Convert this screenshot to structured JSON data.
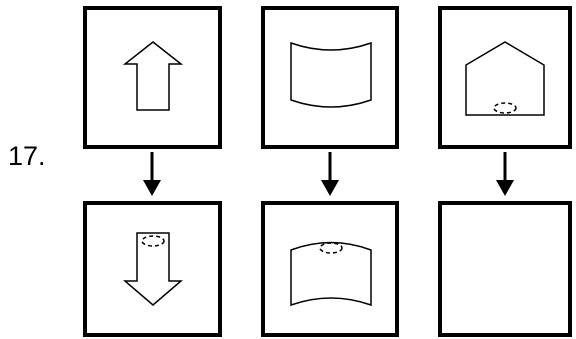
{
  "question": {
    "number_label": "17."
  },
  "colors": {
    "stroke": "#000000",
    "background": "#ffffff"
  },
  "panels": {
    "top_row": [
      {
        "name": "top-panel-1",
        "figure": "upward-arrow-outline"
      },
      {
        "name": "top-panel-2",
        "figure": "curved-banner-shape"
      },
      {
        "name": "top-panel-3",
        "figure": "house-pentagon-with-dashed-oval-at-bottom"
      }
    ],
    "bottom_row": [
      {
        "name": "bottom-panel-1",
        "figure": "downward-arrow-with-dashed-oval-at-top"
      },
      {
        "name": "bottom-panel-2",
        "figure": "curved-banner-with-dashed-oval-at-top"
      },
      {
        "name": "bottom-panel-3",
        "figure": "empty-answer-box"
      }
    ]
  },
  "connectors": [
    {
      "name": "down-arrow-icon-1",
      "icon": "down-arrow-icon"
    },
    {
      "name": "down-arrow-icon-2",
      "icon": "down-arrow-icon"
    },
    {
      "name": "down-arrow-icon-3",
      "icon": "down-arrow-icon"
    }
  ]
}
